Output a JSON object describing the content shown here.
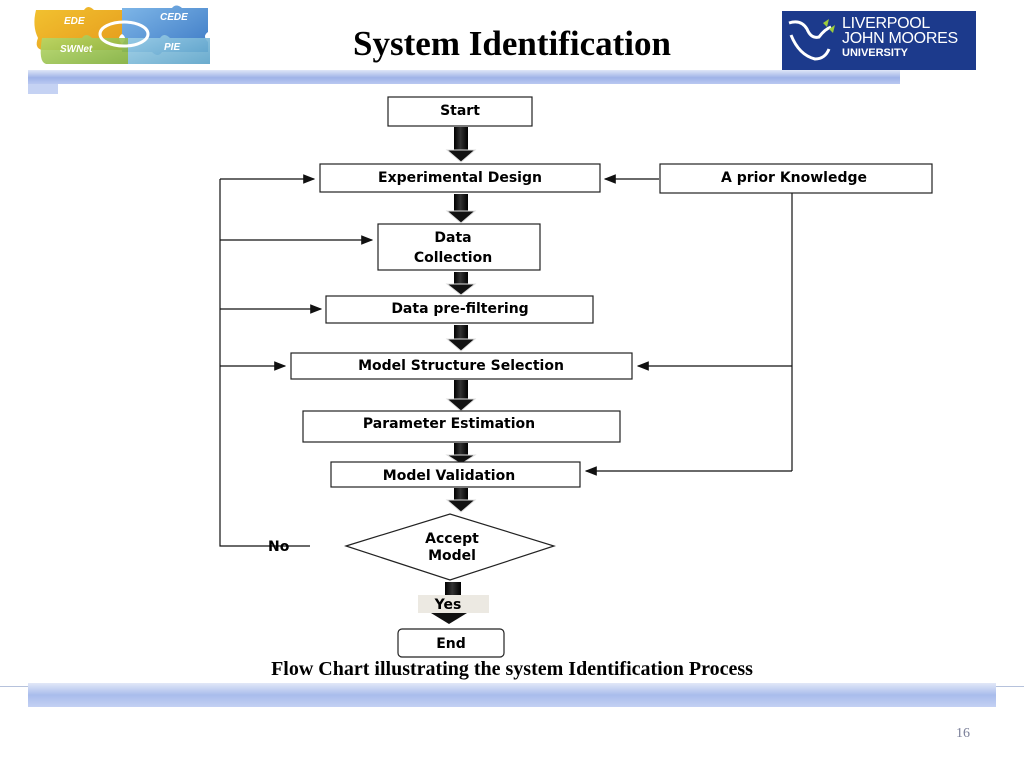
{
  "slide": {
    "title": "System Identification",
    "caption": "Flow Chart illustrating the system Identification Process",
    "page_number": "16"
  },
  "logos": {
    "left": {
      "icon": "puzzle-logo",
      "words": [
        "EDE",
        "CEDE",
        "SWNet",
        "PIE"
      ]
    },
    "right": {
      "lines": [
        "LIVERPOOL",
        "JOHN MOORES",
        "UNIVERSITY"
      ],
      "background": "#1c3a8c"
    }
  },
  "flowchart": {
    "start": "Start",
    "experimental_design": "Experimental Design",
    "prior_knowledge": "A prior Knowledge",
    "data_collection": [
      "Data",
      "Collection"
    ],
    "data_prefiltering": "Data pre-filtering",
    "model_structure": "Model Structure Selection",
    "parameter_estimation": "Parameter Estimation",
    "model_validation": "Model Validation",
    "decision": [
      "Accept",
      "Model"
    ],
    "no_label": "No",
    "yes_label": "Yes",
    "end": "End"
  },
  "colors": {
    "band": "#9fb3e8",
    "arrow": "#111111"
  }
}
